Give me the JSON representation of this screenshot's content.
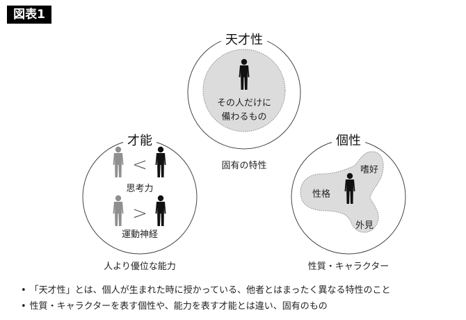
{
  "figure_label": "図表1",
  "circles": {
    "genius": {
      "title": "天才性",
      "inner_text_line1": "その人だけに",
      "inner_text_line2": "備わるもの",
      "caption": "固有の特性"
    },
    "talent": {
      "title": "才能",
      "compare1_symbol": "<",
      "compare1_label": "思考力",
      "compare2_symbol": ">",
      "compare2_label": "運動神経",
      "caption": "人より優位な能力"
    },
    "individuality": {
      "title": "個性",
      "lobe_top": "嗜好",
      "lobe_left": "性格",
      "lobe_bottom": "外見",
      "caption": "性質・キャラクター"
    }
  },
  "notes": [
    "「天才性」とは、個人が生まれた時に授かっている、他者とはまったく異なる特性のこと",
    "性質・キャラクターを表す個性や、能力を表す才能とは違い、固有のもの"
  ],
  "colors": {
    "fill_gray": "#dcdcdc",
    "person_dark": "#111111",
    "person_light": "#8f8f8f",
    "outline": "#444444"
  }
}
